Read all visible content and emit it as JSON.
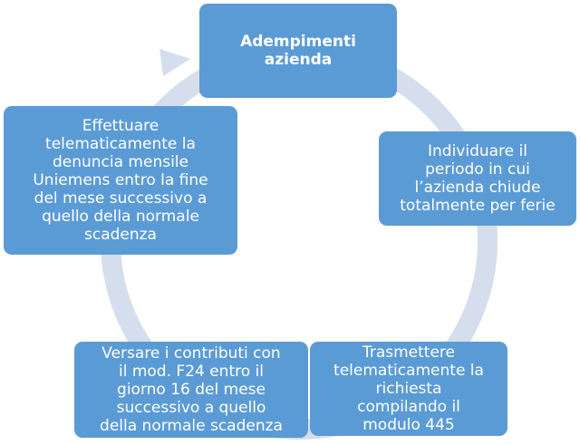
{
  "diagram": {
    "type": "cycle",
    "colors": {
      "node_fill": "#5b9bd5",
      "node_text": "#ffffff",
      "ring": "#d5deec"
    },
    "nodes": [
      {
        "label": "Adempimenti\nazienda"
      },
      {
        "label": "Individuare il\nperiodo in cui\nl’azienda chiude\ntotalmente per ferie"
      },
      {
        "label": "Trasmettere\ntelematicamente la\nrichiesta\ncompilando il\nmodulo 445"
      },
      {
        "label": "Versare i contributi con\nil mod. F24 entro il\ngiorno 16 del mese\nsuccessivo a quello\ndella normale scadenza"
      },
      {
        "label": "Effettuare\ntelematicamente la\ndenuncia mensile\nUniemens entro la fine\ndel mese successivo a\nquello della normale\nscadenza"
      }
    ]
  }
}
